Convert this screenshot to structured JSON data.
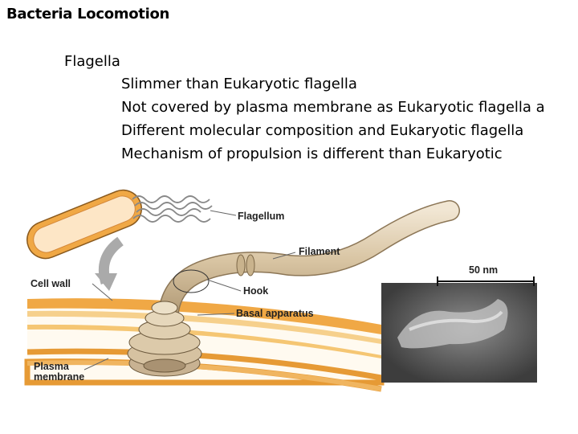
{
  "slide": {
    "title": "Bacteria Locomotion",
    "heading": "Flagella",
    "bullets": [
      "Slimmer than Eukaryotic flagella",
      "Not covered by plasma membrane as Eukaryotic flagella a",
      "Different molecular composition and Eukaryotic flagella",
      "Mechanism of propulsion is different than Eukaryotic"
    ]
  },
  "diagram": {
    "labels": {
      "flagellum": "Flagellum",
      "filament": "Filament",
      "hook": "Hook",
      "basal": "Basal apparatus",
      "cell_wall": "Cell wall",
      "plasma_1": "Plasma",
      "plasma_2": "membrane",
      "scale": "50 nm"
    },
    "colors": {
      "wall": "#f2b04e",
      "membrane": "#f0c27c",
      "flagellum": "#d9c6a6",
      "micrograph": "#6e6e6e"
    }
  }
}
